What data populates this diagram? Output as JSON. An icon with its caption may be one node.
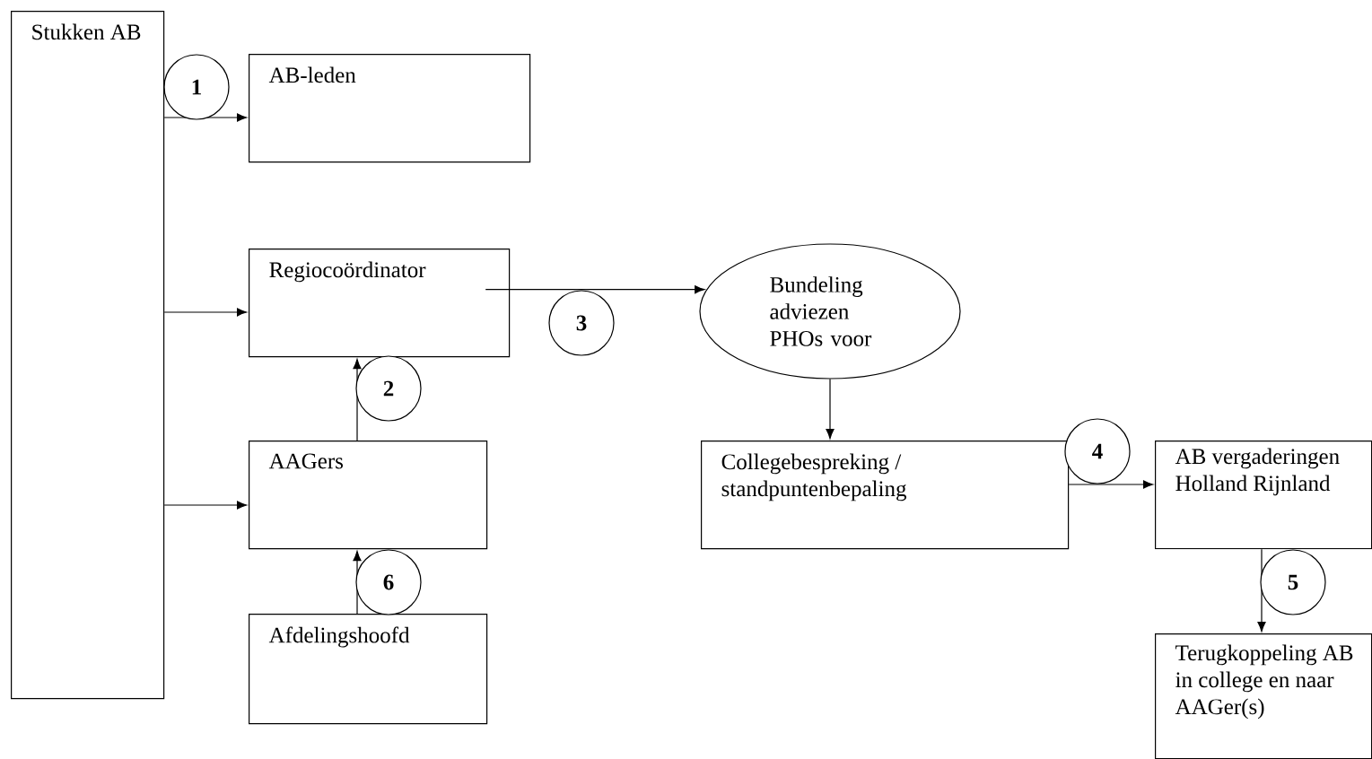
{
  "diagram": {
    "nodes": [
      {
        "text": [
          "Stukken AB"
        ]
      },
      {
        "text": [
          "AB-leden"
        ]
      },
      {
        "text": [
          "Regiocoördinator"
        ]
      },
      {
        "text": [
          "Bundeling adviezen PHOs voor"
        ]
      },
      {
        "text": [
          "AAGers"
        ]
      },
      {
        "text": [
          "Afdelingshoofd"
        ]
      },
      {
        "text": [
          "Collegebespreking / standpuntenbepaling"
        ]
      },
      {
        "text": [
          "AB vergaderingen Holland Rijnland"
        ]
      },
      {
        "text": [
          "Terugkoppeling AB in college en naar AAGer(s)"
        ]
      }
    ],
    "edges": [
      {
        "from": 0,
        "to": 1,
        "arrow": "to",
        "label": "1"
      },
      {
        "from": 0,
        "to": 2,
        "arrow": "to"
      },
      {
        "from": 0,
        "to": 4,
        "arrow": "to"
      },
      {
        "from": 4,
        "to": 2,
        "arrow": "to",
        "label": "2"
      },
      {
        "from": 5,
        "to": 4,
        "arrow": "to",
        "label": "6"
      },
      {
        "from": 2,
        "to": 3,
        "arrow": "to",
        "label": "3"
      },
      {
        "from": 3,
        "to": 6,
        "arrow": "to"
      },
      {
        "from": 6,
        "to": 7,
        "arrow": "to",
        "label": "4"
      },
      {
        "from": 7,
        "to": 8,
        "arrow": "to",
        "label": "5"
      }
    ]
  }
}
